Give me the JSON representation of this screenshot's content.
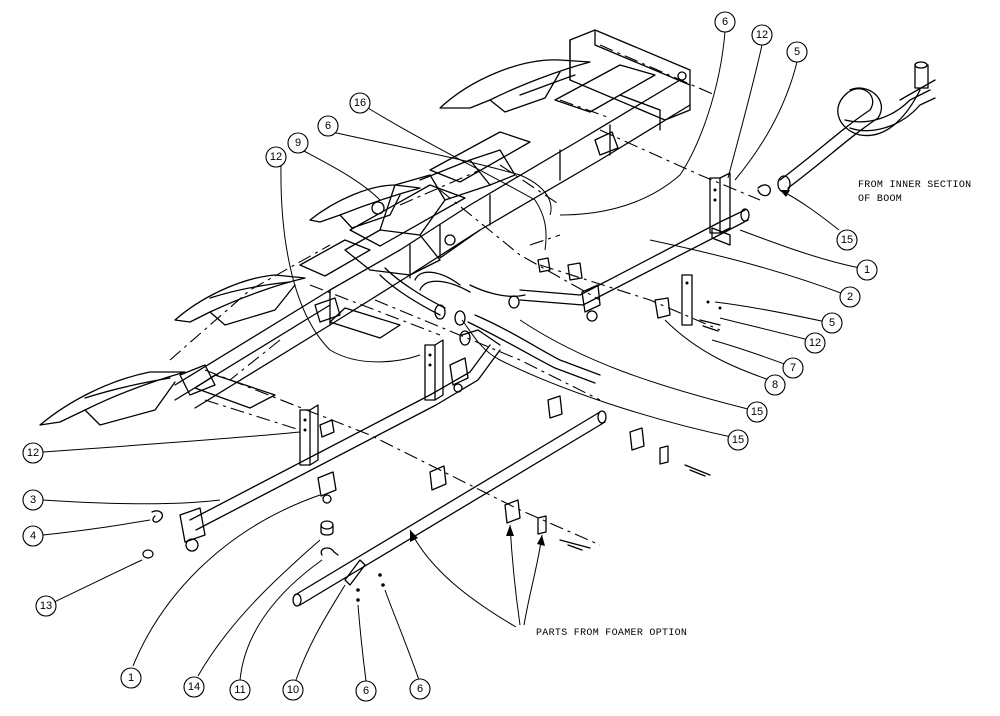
{
  "diagram": {
    "notes": {
      "from_inner_line1": "FROM INNER SECTION",
      "from_inner_line2": "OF BOOM",
      "foamer": "PARTS FROM FOAMER OPTION"
    },
    "callouts": [
      "6",
      "12",
      "5",
      "16",
      "6",
      "9",
      "12",
      "15",
      "1",
      "2",
      "5",
      "12",
      "7",
      "8",
      "15",
      "15",
      "12",
      "3",
      "4",
      "13",
      "1",
      "14",
      "11",
      "10",
      "6",
      "6"
    ]
  }
}
